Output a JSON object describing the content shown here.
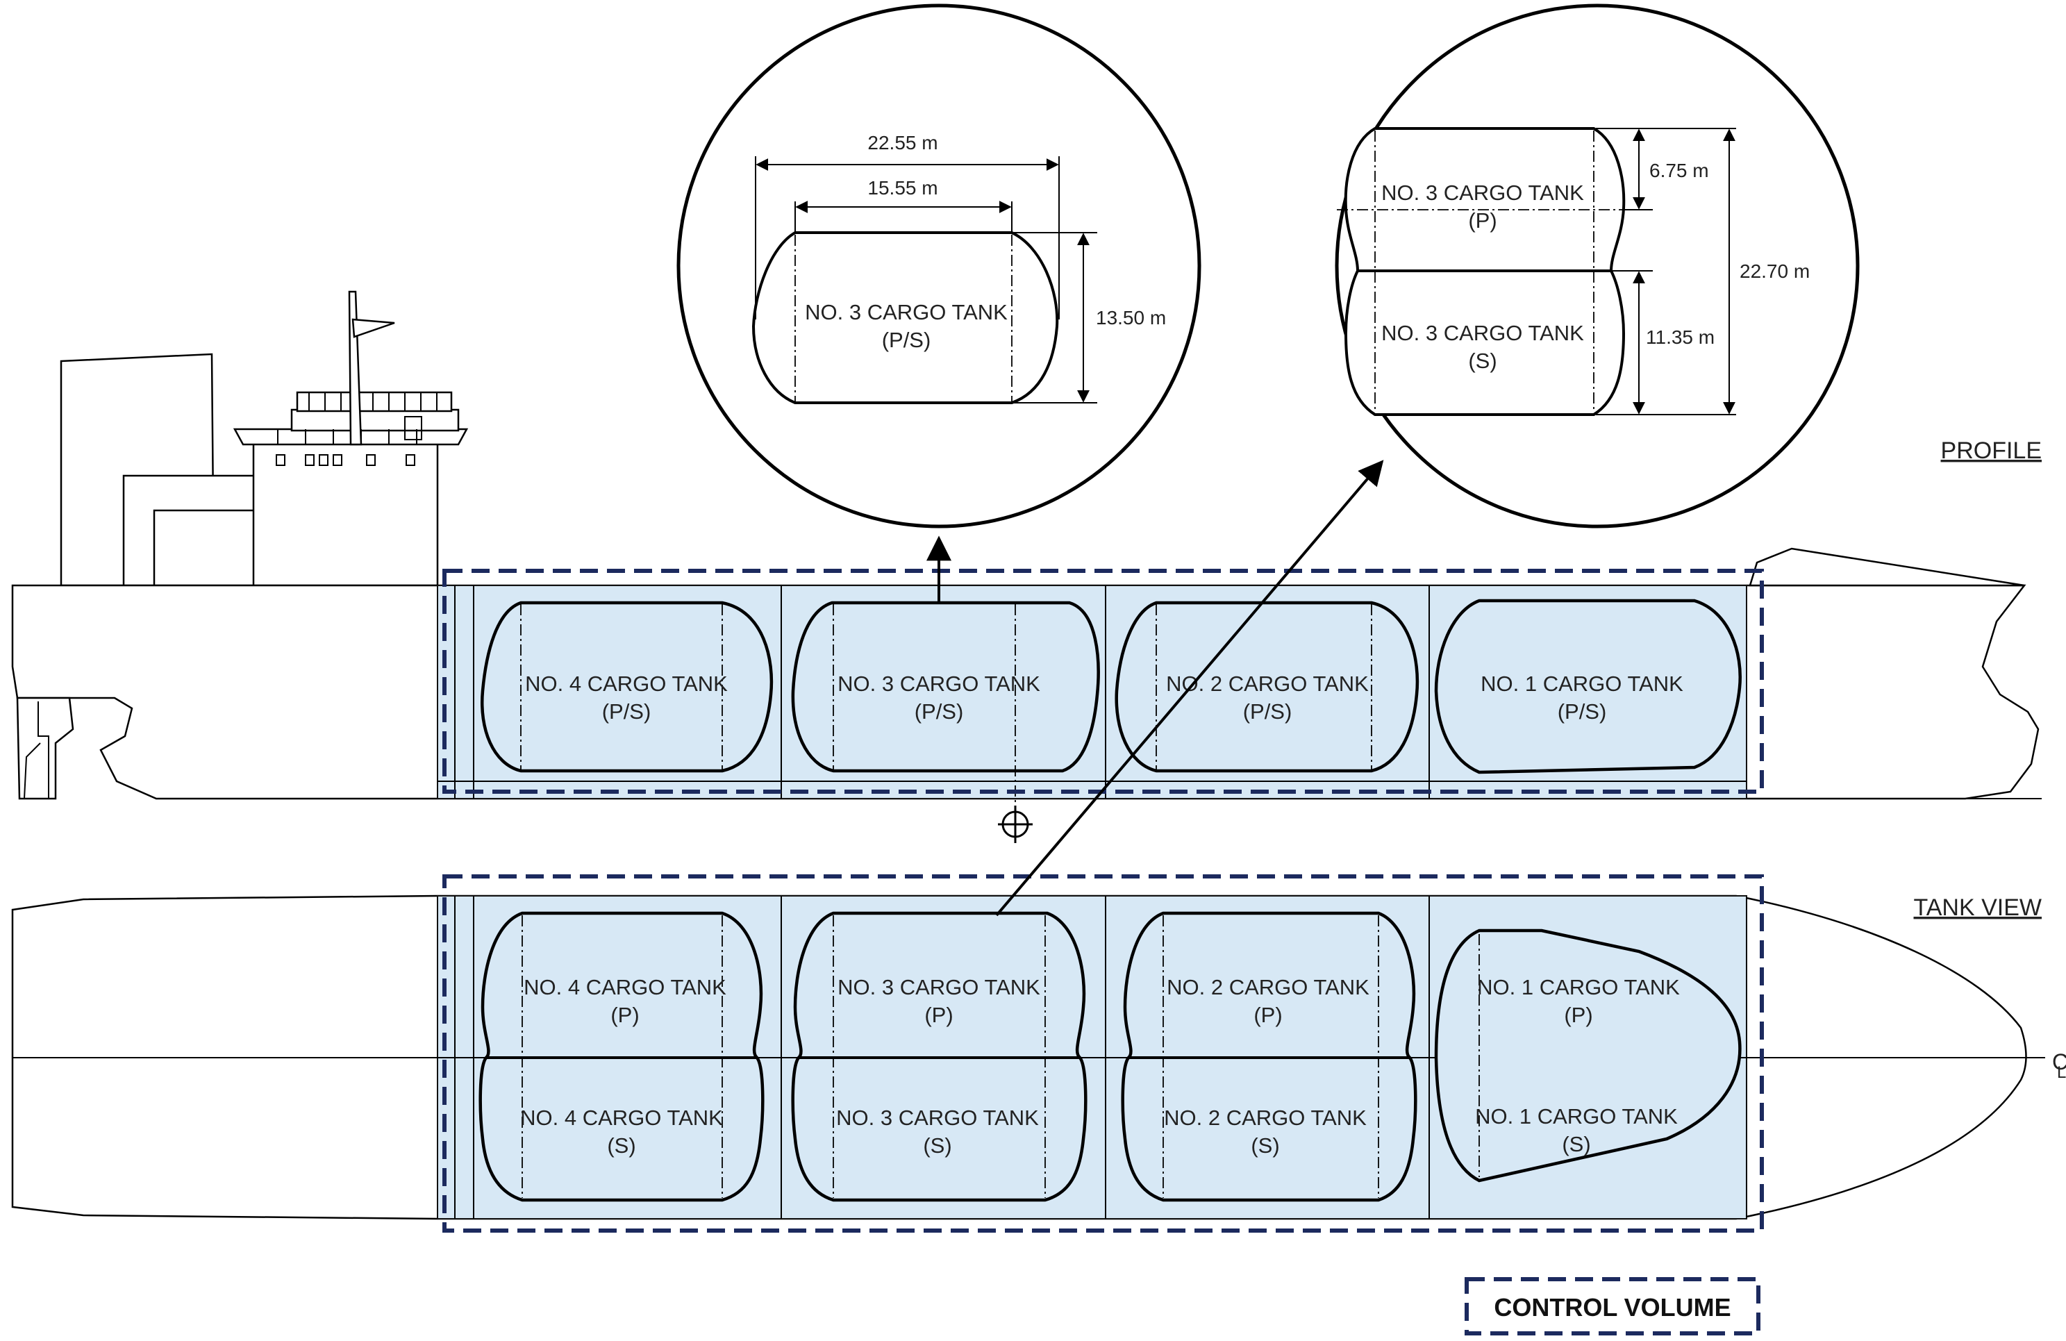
{
  "views": {
    "profile": "PROFILE",
    "tank_view": "TANK VIEW"
  },
  "legend": {
    "control_volume": "CONTROL VOLUME"
  },
  "profile_tanks": [
    {
      "name": "NO. 4 CARGO TANK",
      "side": "(P/S)"
    },
    {
      "name": "NO. 3 CARGO TANK",
      "side": "(P/S)"
    },
    {
      "name": "NO. 2 CARGO TANK",
      "side": "(P/S)"
    },
    {
      "name": "NO. 1 CARGO TANK",
      "side": "(P/S)"
    }
  ],
  "plan_tanks": [
    {
      "name": "NO. 4 CARGO TANK",
      "port": "(P)",
      "stbd": "(S)"
    },
    {
      "name": "NO. 3 CARGO TANK",
      "port": "(P)",
      "stbd": "(S)"
    },
    {
      "name": "NO. 2 CARGO TANK",
      "port": "(P)",
      "stbd": "(S)"
    },
    {
      "name": "NO. 1 CARGO TANK",
      "port": "(P)",
      "stbd": "(S)"
    }
  ],
  "detail_profile": {
    "tank_name": "NO. 3 CARGO TANK",
    "tank_side": "(P/S)",
    "overall_length": "22.55 m",
    "cylinder_length": "15.55 m",
    "height": "13.50 m"
  },
  "detail_section": {
    "port_name": "NO. 3 CARGO TANK",
    "port_side": "(P)",
    "stbd_name": "NO. 3 CARGO TANK",
    "stbd_side": "(S)",
    "upper_height": "6.75 m",
    "lower_height": "11.35 m",
    "total_height": "22.70 m"
  },
  "symbols": {
    "centerline": "C",
    "centerline_sub": "L"
  }
}
